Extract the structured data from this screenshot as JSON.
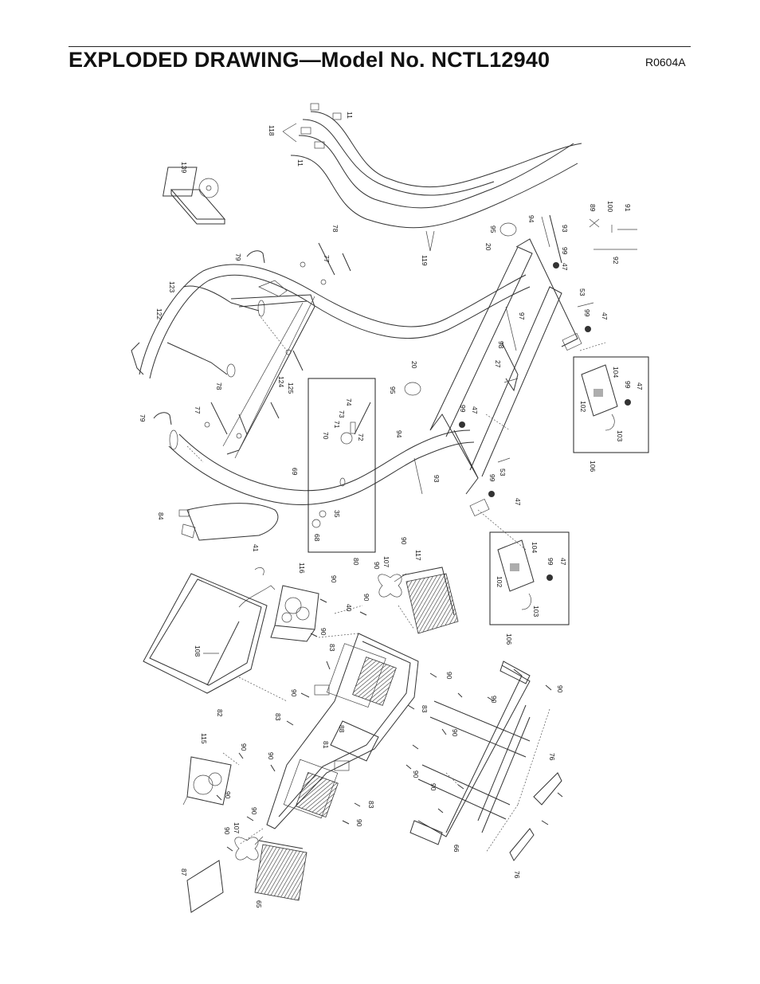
{
  "header": {
    "title": "EXPLODED DRAWING—Model No. NCTL12940",
    "code": "R0604A"
  },
  "parts": {
    "p11a": "11",
    "p11b": "11",
    "p118": "118",
    "p119": "119",
    "p139": "139",
    "p78a": "78",
    "p77a": "77",
    "p79a": "79",
    "p123": "123",
    "p122": "122",
    "p124": "124",
    "p125": "125",
    "p78b": "78",
    "p77b": "77",
    "p79b": "79",
    "p69": "69",
    "p74": "74",
    "p73": "73",
    "p71": "71",
    "p70": "70",
    "p72": "72",
    "p35": "35",
    "p68": "68",
    "p80": "80",
    "p84": "84",
    "p41": "41",
    "p95a": "95",
    "p20a": "20",
    "p94a": "94",
    "p93a": "93",
    "p99a": "99",
    "p47a": "47",
    "p89": "89",
    "p100": "100",
    "p91": "91",
    "p92": "92",
    "p53a": "53",
    "p97": "97",
    "p98": "98",
    "p99b": "99",
    "p47b": "47",
    "p27": "27",
    "p20b": "20",
    "p95b": "95",
    "p99c": "99",
    "p47c": "47",
    "p94b": "94",
    "p93b": "93",
    "p53b": "53",
    "p99d": "99",
    "p47d": "47",
    "p104a": "104",
    "p99e": "99",
    "p47e": "47",
    "p102a": "102",
    "p103a": "103",
    "p106a": "106",
    "p104b": "104",
    "p99f": "99",
    "p47f": "47",
    "p102b": "102",
    "p103b": "103",
    "p106b": "106",
    "p116": "116",
    "p90a": "90",
    "p90b": "90",
    "p90c": "90",
    "p107a": "107",
    "p90d": "90",
    "p117": "117",
    "p40": "40",
    "p90e": "90",
    "p108": "108",
    "p82": "82",
    "p83a": "83",
    "p90f": "90",
    "p83b": "83",
    "p88": "88",
    "p81": "81",
    "p83c": "83",
    "p90g": "90",
    "p90h": "90",
    "p90i": "90",
    "p90j": "90",
    "p76a": "76",
    "p90k": "90",
    "p90l": "90",
    "p115": "115",
    "p90m": "90",
    "p90n": "90",
    "p90o": "90",
    "p83d": "83",
    "p90p": "90",
    "p90q": "90",
    "p107b": "107",
    "p66": "66",
    "p76b": "76",
    "p90r": "90",
    "p87": "87",
    "p65": "65"
  }
}
